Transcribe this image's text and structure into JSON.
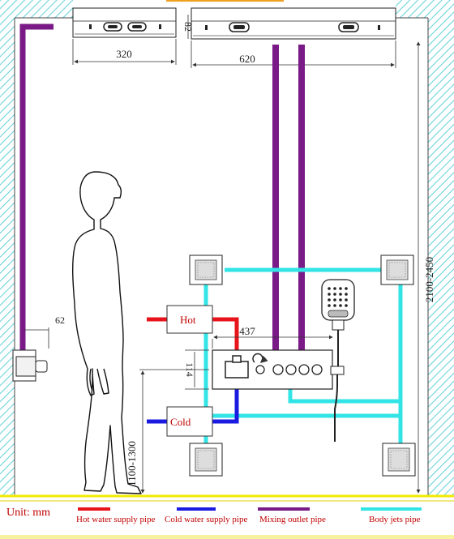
{
  "colors": {
    "hot_pipe": "#e8141b",
    "cold_pipe": "#1a1ae0",
    "mixing_pipe": "#7a1a86",
    "body_jets_pipe": "#33e4e6",
    "wall_hatch": "#5fd0d8",
    "floor_line": "#f2ea00",
    "label_red": "#c00000"
  },
  "dimensions": {
    "overhead_small_width": "320",
    "overhead_large_width": "620",
    "overhead_height": "82",
    "wall_offset": "62",
    "valve_width": "437",
    "valve_small": "114",
    "valve_height_range": "1100-1300",
    "total_height_range": "2100-2450"
  },
  "labels": {
    "hot": "Hot",
    "cold": "Cold"
  },
  "legend": {
    "unit": "Unit: mm",
    "items": [
      {
        "label": "Hot water supply pipe",
        "color": "#e8141b"
      },
      {
        "label": "Cold water supply pipe",
        "color": "#1a1ae0"
      },
      {
        "label": "Mixing outlet pipe",
        "color": "#7a1a86"
      },
      {
        "label": "Body jets pipe",
        "color": "#33e4e6"
      }
    ]
  }
}
